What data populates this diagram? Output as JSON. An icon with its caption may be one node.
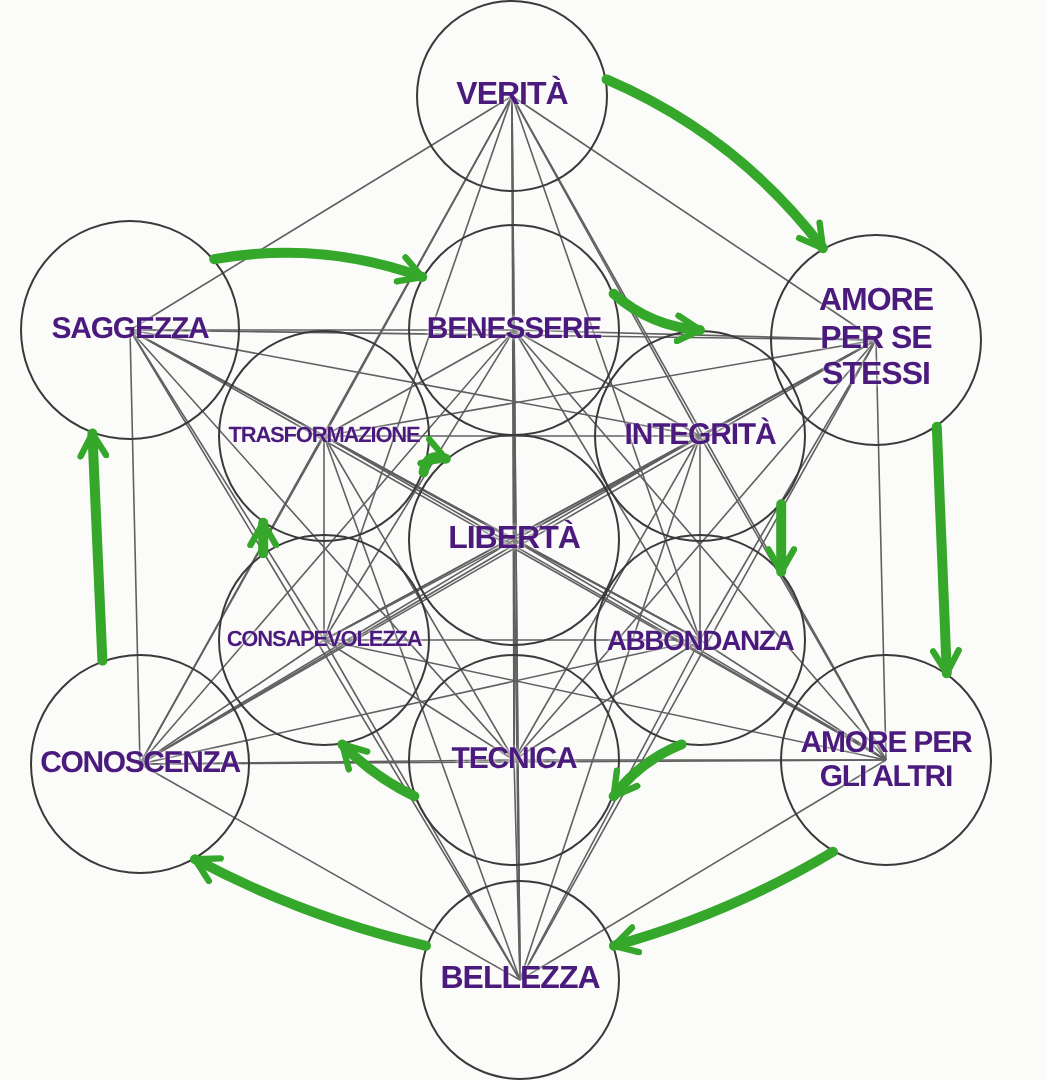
{
  "diagram": {
    "nodes": [
      {
        "text": [
          "VERITÀ"
        ]
      },
      {
        "text": [
          "AMORE PER SE STESSI"
        ]
      },
      {
        "text": [
          "AMORE PER GLI ALTRI"
        ]
      },
      {
        "text": [
          "BELLEZZA"
        ]
      },
      {
        "text": [
          "CONOSCENZA"
        ]
      },
      {
        "text": [
          "SAGGEZZA"
        ]
      },
      {
        "text": [
          "BENESSERE"
        ]
      },
      {
        "text": [
          "INTEGRITÀ"
        ]
      },
      {
        "text": [
          "ABBONDANZA"
        ]
      },
      {
        "text": [
          "TECNICA"
        ]
      },
      {
        "text": [
          "CONSAPEVOLEZZA"
        ]
      },
      {
        "text": [
          "TRASFORMAZIONE"
        ]
      },
      {
        "text": [
          "LIBERTÀ"
        ]
      }
    ],
    "edges": [
      {
        "from": 0,
        "to": 1,
        "arrow": "to"
      },
      {
        "from": 1,
        "to": 2,
        "arrow": "to"
      },
      {
        "from": 2,
        "to": 3,
        "arrow": "to"
      },
      {
        "from": 3,
        "to": 4,
        "arrow": "to"
      },
      {
        "from": 4,
        "to": 5,
        "arrow": "to"
      },
      {
        "from": 5,
        "to": 6,
        "arrow": "to"
      },
      {
        "from": 6,
        "to": 7,
        "arrow": "to"
      },
      {
        "from": 7,
        "to": 8,
        "arrow": "to"
      },
      {
        "from": 8,
        "to": 9,
        "arrow": "to"
      },
      {
        "from": 9,
        "to": 10,
        "arrow": "to"
      },
      {
        "from": 10,
        "to": 11,
        "arrow": "to"
      },
      {
        "from": 11,
        "to": 12,
        "arrow": "to"
      }
    ]
  }
}
